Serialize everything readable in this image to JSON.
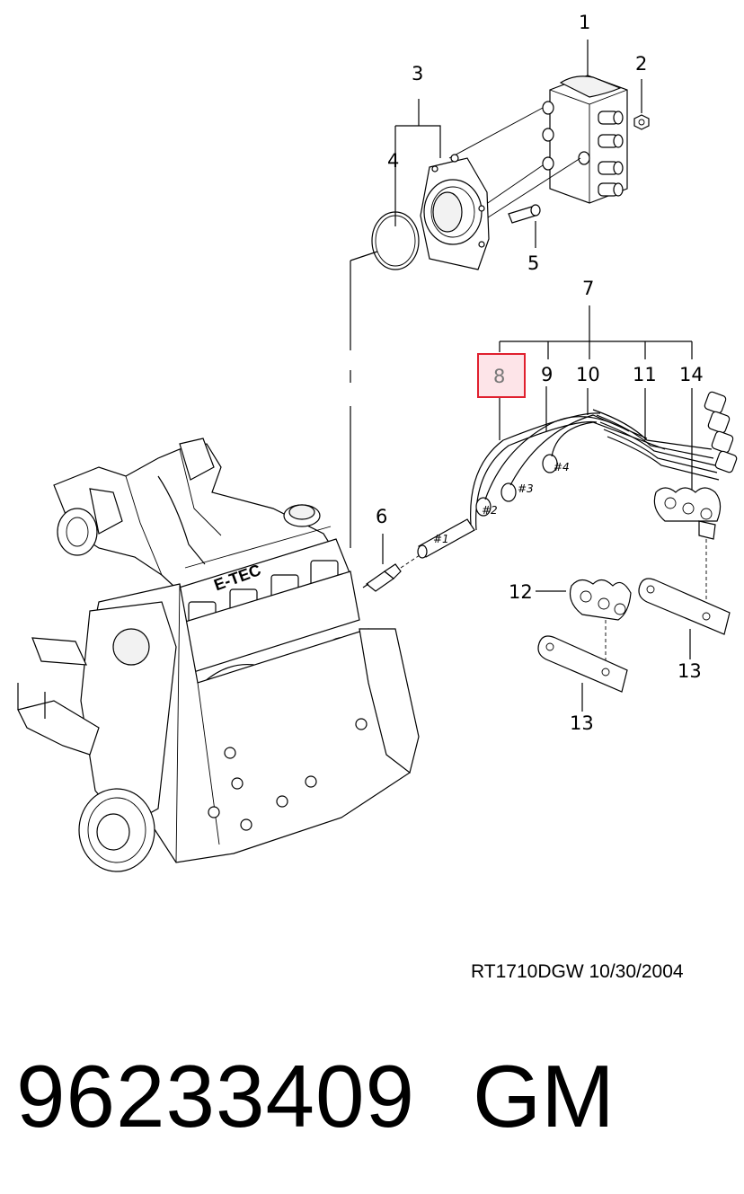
{
  "callouts": {
    "c1": "1",
    "c2": "2",
    "c3": "3",
    "c4": "4",
    "c5": "5",
    "c6": "6",
    "c7": "7",
    "c8": "8",
    "c9": "9",
    "c10": "10",
    "c11": "11",
    "c12": "12",
    "c13a": "13",
    "c13b": "13",
    "c14": "14"
  },
  "cylinder_labels": {
    "l1": "#1",
    "l2": "#2",
    "l3": "#3",
    "l4": "#4"
  },
  "engine_text": "E-TEC",
  "reference_code": "RT1710DGW  10/30/2004",
  "part_number": "96233409",
  "brand": "GM",
  "highlight": {
    "callout": "8",
    "stroke_color": "#e0202e",
    "fill_color": "#fde4e8"
  }
}
